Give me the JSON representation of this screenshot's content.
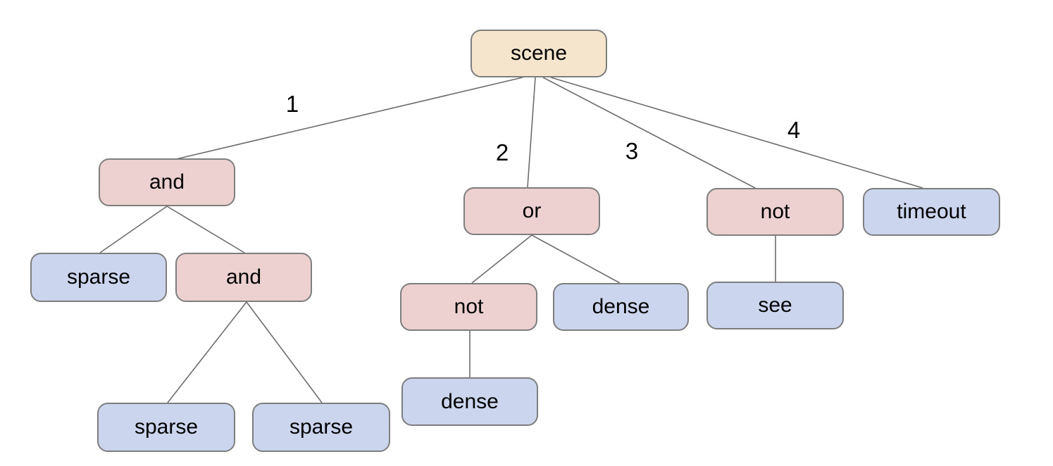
{
  "diagram": {
    "kind": "tree",
    "colors": {
      "background": "#ffffff",
      "root_fill": "#f4e5cc",
      "operator_fill": "#edd0d0",
      "leaf_fill": "#cbd6ee",
      "node_border": "#7e7e7e",
      "edge_line": "#6d6d6d",
      "text": "#000000"
    },
    "nodes": {
      "scene": {
        "label": "scene",
        "kind": "root"
      },
      "and_1": {
        "label": "and",
        "kind": "operator"
      },
      "or_1": {
        "label": "or",
        "kind": "operator"
      },
      "not_1": {
        "label": "not",
        "kind": "operator"
      },
      "timeout_1": {
        "label": "timeout",
        "kind": "leaf"
      },
      "sparse_1": {
        "label": "sparse",
        "kind": "leaf"
      },
      "and_2": {
        "label": "and",
        "kind": "operator"
      },
      "not_2": {
        "label": "not",
        "kind": "operator"
      },
      "dense_1": {
        "label": "dense",
        "kind": "leaf"
      },
      "see_1": {
        "label": "see",
        "kind": "leaf"
      },
      "sparse_2": {
        "label": "sparse",
        "kind": "leaf"
      },
      "sparse_3": {
        "label": "sparse",
        "kind": "leaf"
      },
      "dense_2": {
        "label": "dense",
        "kind": "leaf"
      }
    },
    "edges": [
      {
        "from": "scene",
        "to": "and_1",
        "label": "1"
      },
      {
        "from": "scene",
        "to": "or_1",
        "label": "2"
      },
      {
        "from": "scene",
        "to": "not_1",
        "label": "3"
      },
      {
        "from": "scene",
        "to": "timeout_1",
        "label": "4"
      },
      {
        "from": "and_1",
        "to": "sparse_1"
      },
      {
        "from": "and_1",
        "to": "and_2"
      },
      {
        "from": "and_2",
        "to": "sparse_2"
      },
      {
        "from": "and_2",
        "to": "sparse_3"
      },
      {
        "from": "or_1",
        "to": "not_2"
      },
      {
        "from": "or_1",
        "to": "dense_1"
      },
      {
        "from": "not_2",
        "to": "dense_2"
      },
      {
        "from": "not_1",
        "to": "see_1"
      }
    ]
  }
}
